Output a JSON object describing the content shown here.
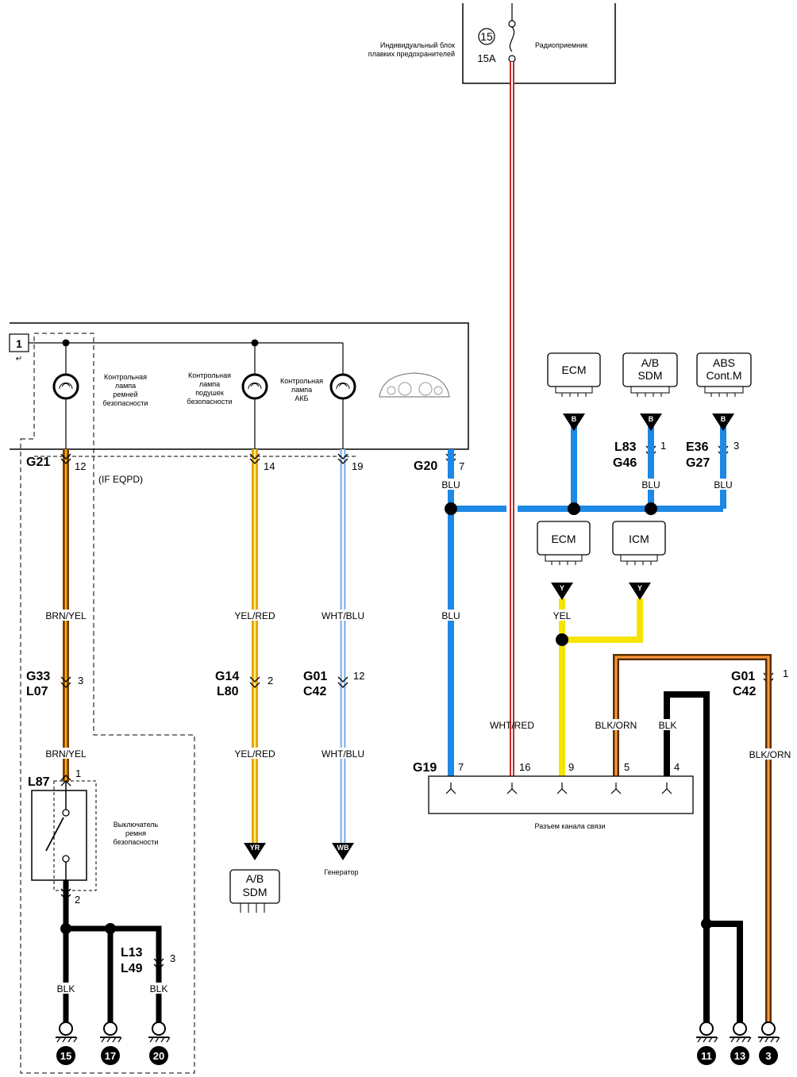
{
  "fuse": {
    "number": "15",
    "rating": "15A",
    "block_label_1": "Индивидуальный блок",
    "block_label_2": "плавких предохранителей",
    "circuit": "Радиоприемник"
  },
  "cluster": {
    "id": "1",
    "lamp_belt": [
      "Контрольная",
      "лампа",
      "ремней",
      "безопасности"
    ],
    "lamp_airbag": [
      "Контрольная",
      "лампа",
      "подушек",
      "безопасности"
    ],
    "lamp_battery": [
      "Контрольная",
      "лампа",
      "АКБ"
    ]
  },
  "connectors": {
    "g21": "G21",
    "g20": "G20",
    "l83": "L83",
    "g46": "G46",
    "e36": "E36",
    "g27": "G27",
    "g33": "G33",
    "l07": "L07",
    "g14": "G14",
    "l80": "L80",
    "g01a": "G01",
    "c42a": "C42",
    "g01b": "G01",
    "c42b": "C42",
    "l87": "L87",
    "l13": "L13",
    "l49": "L49",
    "g19": "G19"
  },
  "pins": {
    "g21": "12",
    "c14": "14",
    "c19": "19",
    "g20": "7",
    "l83": "1",
    "e36": "3",
    "g33": "3",
    "g14": "2",
    "g01a": "12",
    "g01b": "1",
    "l87_1": "1",
    "l87_2": "2",
    "l13": "3",
    "g19_7": "7",
    "g19_16": "16",
    "g19_9": "9",
    "g19_5": "5",
    "g19_4": "4"
  },
  "notes": {
    "if_eqpd": "(IF EQPD)"
  },
  "wires": {
    "brn_yel": "BRN/YEL",
    "yel_red": "YEL/RED",
    "wht_blu": "WHT/BLU",
    "blu": "BLU",
    "yel": "YEL",
    "wht_red": "WHT/RED",
    "blk_orn": "BLK/ORN",
    "blk": "BLK"
  },
  "modules": {
    "ecm": "ECM",
    "ab_sdm_1": "A/B",
    "ab_sdm_2": "SDM",
    "abs_1": "ABS",
    "abs_2": "Cont.M",
    "icm": "ICM"
  },
  "tags": {
    "b": "B",
    "y": "Y",
    "yr": "YR",
    "wb": "WB"
  },
  "labels": {
    "seatbelt_switch": [
      "Выключатель",
      "ремня",
      "безопасности"
    ],
    "generator": "Генератор",
    "dlc": "Разъем канала связи"
  },
  "grounds": [
    "15",
    "17",
    "20",
    "11",
    "13",
    "3"
  ],
  "colors": {
    "blu": "#1e88e5",
    "yel": "#f5e400",
    "brn": "#8b4513",
    "orn": "#ff8c1a",
    "red": "#e53935",
    "wht_blu_stripe": "#7fb3e6",
    "yel_red_stripe": "#e8a000",
    "blk": "#000000"
  }
}
